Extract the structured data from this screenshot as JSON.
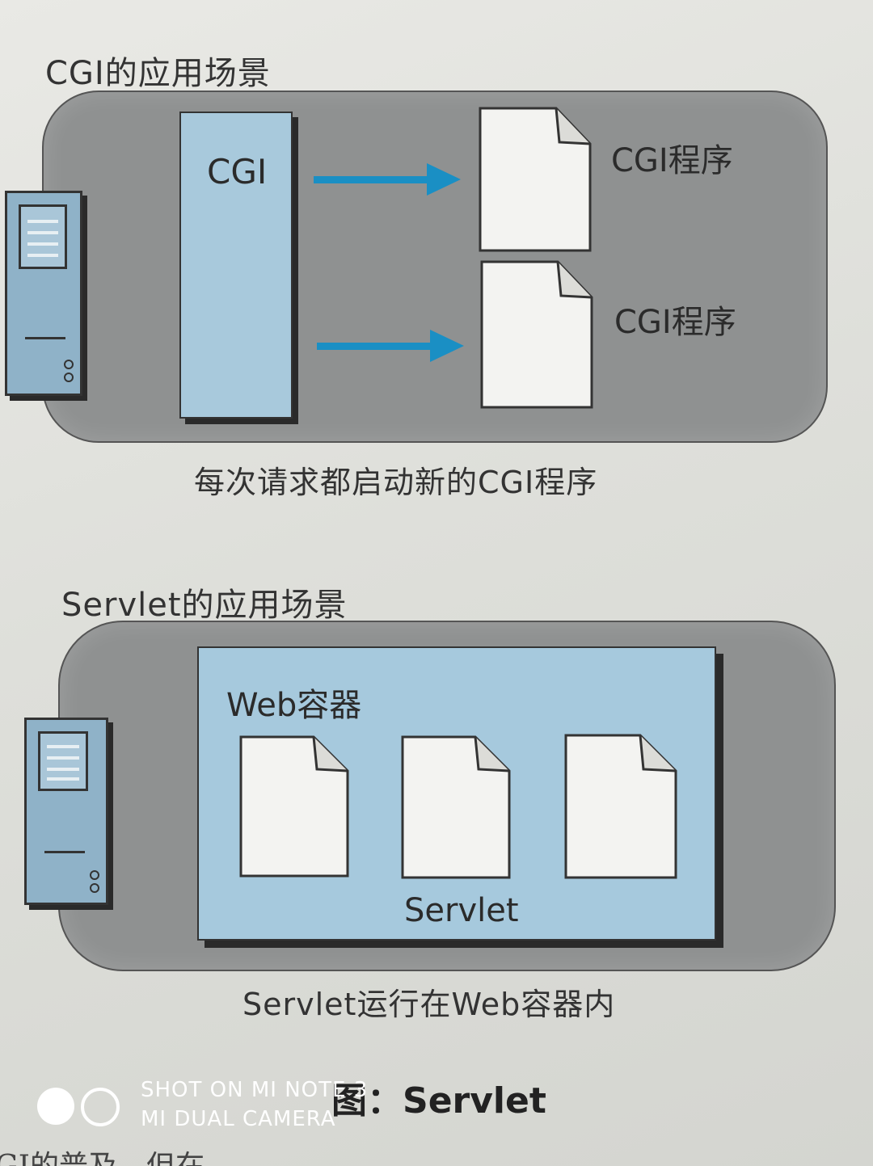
{
  "cgi_section": {
    "title": "CGI的应用场景",
    "box_label": "CGI",
    "programs": [
      "CGI程序",
      "CGI程序"
    ],
    "caption": "每次请求都启动新的CGI程序"
  },
  "servlet_section": {
    "title": "Servlet的应用场景",
    "container_label": "Web容器",
    "servlet_label": "Servlet",
    "caption": "Servlet运行在Web容器内"
  },
  "figure": {
    "title": "图：Servlet"
  },
  "photo_watermark": {
    "line1": "SHOT ON MI NOTE 3",
    "line2": "MI DUAL CAMERA"
  },
  "page_bottom_text": "GI的普及，但在",
  "colors": {
    "panel": "#8f9191",
    "box_blue": "#a8c9dc",
    "arrow_blue": "#1a8fc4",
    "document": "#f3f3f1"
  }
}
